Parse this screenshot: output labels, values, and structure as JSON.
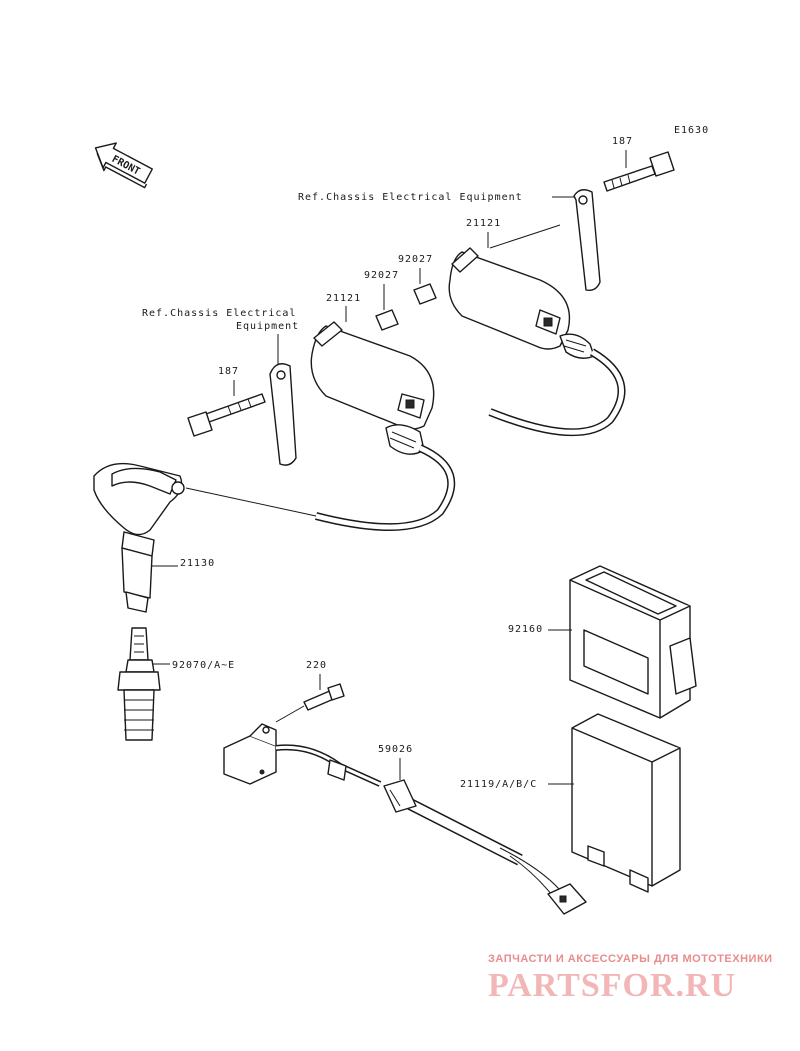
{
  "diagram_code": "E1630",
  "front_label": "FRONT",
  "labels": {
    "bolt_upper": "187",
    "ref_upper": "Ref.Chassis Electrical Equipment",
    "coil_upper": "21121",
    "collar_upper": "92027",
    "collar_lower": "92027",
    "coil_lower": "21121",
    "ref_lower_1": "Ref.Chassis Electrical",
    "ref_lower_2": "Equipment",
    "bolt_lower": "187",
    "plug_cap": "21130",
    "spark_plug": "92070/A~E",
    "cover": "92160",
    "bolt_sensor": "220",
    "clamp": "59026",
    "igniter": "21119/A/B/C"
  },
  "watermark": {
    "tagline": "ЗАПЧАСТИ И АКСЕССУАРЫ ДЛЯ МОТОТЕХНИКИ",
    "brand": "PARTSFOR.RU"
  },
  "colors": {
    "line": "#1a1a1a",
    "watermark_text": "#e88c8c",
    "watermark_brand": "#f2b6b6"
  }
}
